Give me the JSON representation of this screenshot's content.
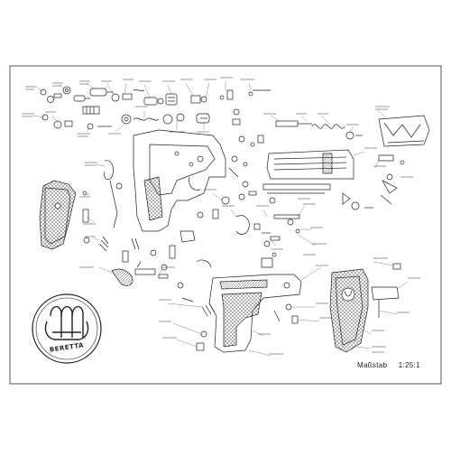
{
  "sheet": {
    "scale_label": "Maßstab",
    "scale_value": "1:25:1"
  },
  "logo": {
    "wordmark": "BERETTA"
  },
  "colors": {
    "ink": "#222222",
    "paper": "#ffffff",
    "frame": "#555555"
  },
  "icons": [
    "beretta-logo-icon"
  ]
}
